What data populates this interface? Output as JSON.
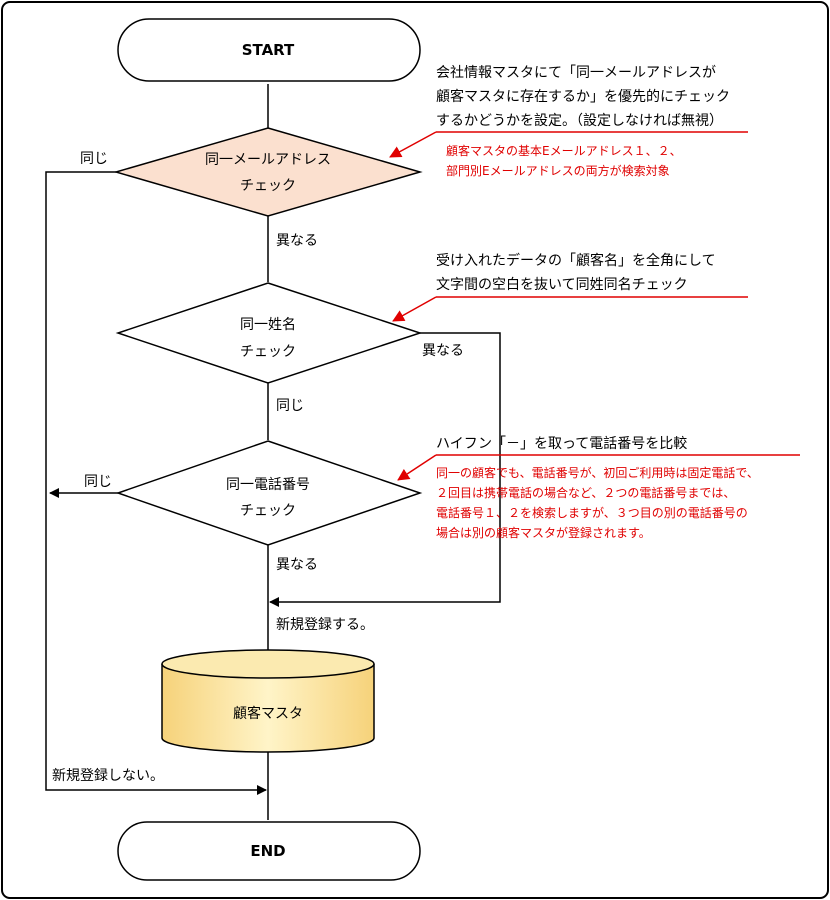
{
  "nodes": {
    "start": "START",
    "email_check": [
      "同一メールアドレス",
      "チェック"
    ],
    "name_check": [
      "同一姓名",
      "チェック"
    ],
    "phone_check": [
      "同一電話番号",
      "チェック"
    ],
    "db": "顧客マスタ",
    "end": "END"
  },
  "edge_labels": {
    "email_same": "同じ",
    "email_diff": "異なる",
    "name_diff": "異なる",
    "name_same": "同じ",
    "phone_same": "同じ",
    "phone_diff": "異なる",
    "register": "新規登録する。",
    "no_register": "新規登録しない。"
  },
  "annotations": {
    "email_note": [
      "会社情報マスタにて「同一メールアドレスが",
      "顧客マスタに存在するか」を優先的にチェック",
      "するかどうかを設定。（設定しなければ無視）"
    ],
    "email_red": [
      "顧客マスタの基本Eメールアドレス１、２、",
      "部門別Eメールアドレスの両方が検索対象"
    ],
    "name_note": [
      "受け入れたデータの「顧客名」を全角にして",
      "文字間の空白を抜いて同姓同名チェック"
    ],
    "phone_note": "ハイフン「－」を取って電話番号を比較",
    "phone_red": [
      "同一の顧客でも、電話番号が、初回ご利用時は固定電話で、",
      "２回目は携帯電話の場合など、２つの電話番号までは、",
      "電話番号１、２を検索しますが、３つ目の別の電話番号の",
      "場合は別の顧客マスタが登録されます。"
    ]
  },
  "colors": {
    "email_fill": "#fbe0cf",
    "db_fill": "#fbeab0",
    "annotation_red": "#e00000"
  }
}
